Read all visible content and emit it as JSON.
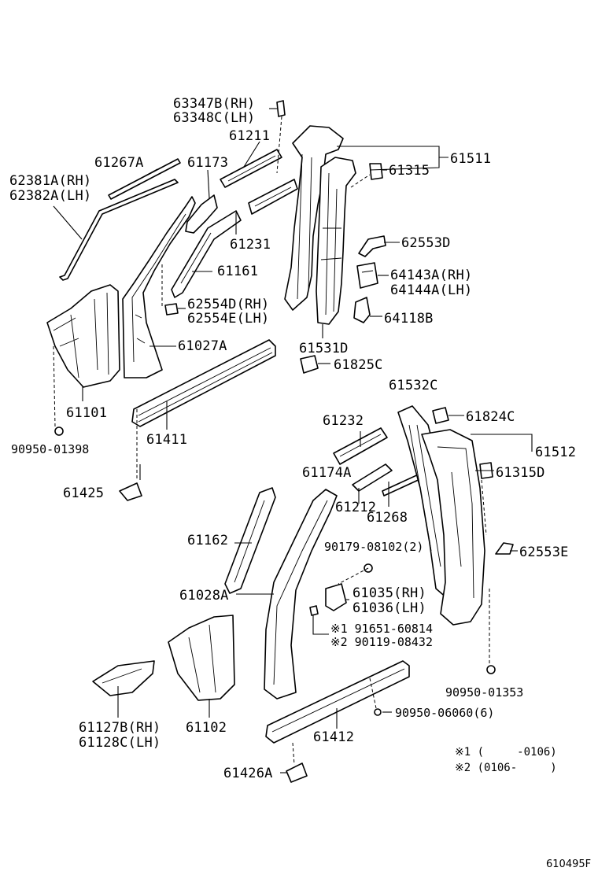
{
  "labels": {
    "p63347B": "63347B(RH)",
    "p63348C": "63348C(LH)",
    "p61211": "61211",
    "p61267A": "61267A",
    "p61173": "61173",
    "p62381A": "62381A(RH)",
    "p62382A": "62382A(LH)",
    "p61511": "61511",
    "p61315": "61315",
    "p61231": "61231",
    "p62553D": "62553D",
    "p61161": "61161",
    "p64143A": "64143A(RH)",
    "p64144A": "64144A(LH)",
    "p62554D": "62554D(RH)",
    "p62554E": "62554E(LH)",
    "p64118B": "64118B",
    "p61027A": "61027A",
    "p61531D": "61531D",
    "p61825C": "61825C",
    "p61532C": "61532C",
    "p61101": "61101",
    "p61411": "61411",
    "p90950_01398": "90950-01398",
    "p61232": "61232",
    "p61824C": "61824C",
    "p61512": "61512",
    "p61174A": "61174A",
    "p61315D": "61315D",
    "p61425": "61425",
    "p61212": "61212",
    "p61268": "61268",
    "p61162": "61162",
    "p90179": "90179-08102(2)",
    "p62553E": "62553E",
    "p61028A": "61028A",
    "p61035": "61035(RH)",
    "p61036": "61036(LH)",
    "p91651": "※1 91651-60814",
    "p90119": "※2 90119-08432",
    "p90950_01353": "90950-01353",
    "p61127B": "61127B(RH)",
    "p61128C": "61128C(LH)",
    "p61102": "61102",
    "p90950_06060": "90950-06060(6)",
    "p61412": "61412",
    "p61426A": "61426A"
  },
  "notes": {
    "note1": "※1 (     -0106)",
    "note2": "※2 (0106-     )"
  },
  "diagram_code": "610495F"
}
